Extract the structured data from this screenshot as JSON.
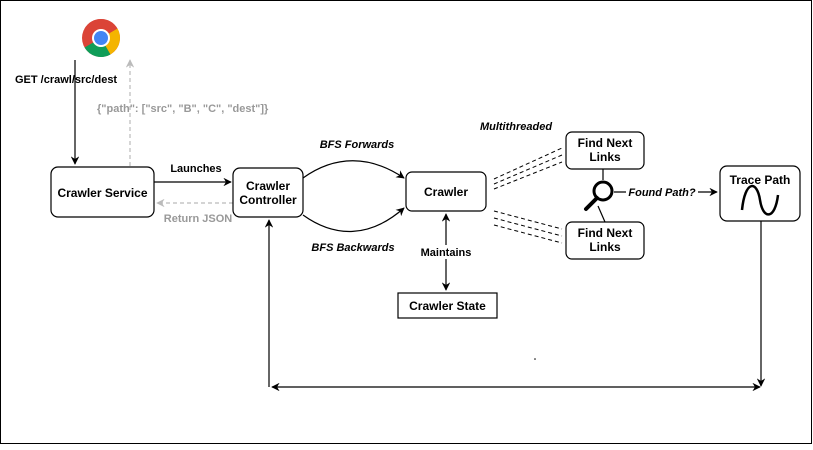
{
  "diagram": {
    "nodes": {
      "crawler_service": "Crawler Service",
      "crawler_controller_line1": "Crawler",
      "crawler_controller_line2": "Controller",
      "crawler": "Crawler",
      "crawler_state": "Crawler State",
      "find_next_links_top_line1": "Find Next",
      "find_next_links_top_line2": "Links",
      "find_next_links_bottom_line1": "Find Next",
      "find_next_links_bottom_line2": "Links",
      "trace_path": "Trace Path"
    },
    "edges": {
      "request": "GET /crawl/src/dest",
      "response_json": "{\"path\": [\"src\", \"B\", \"C\", \"dest\"]}",
      "launches": "Launches",
      "return_json": "Return JSON",
      "bfs_forwards": "BFS Forwards",
      "bfs_backwards": "BFS Backwards",
      "maintains": "Maintains",
      "multithreaded": "Multithreaded",
      "found_path": "Found Path?"
    },
    "icons": [
      "chrome-icon",
      "magnifier-icon",
      "sine-wave-icon"
    ],
    "colors": {
      "stroke": "#000000",
      "return_gray": "#bbbbbb",
      "label_gray": "#999999",
      "chrome_red": "#db4437",
      "chrome_yellow": "#f4b400",
      "chrome_green": "#0f9d58",
      "chrome_blue": "#4285f4"
    }
  }
}
